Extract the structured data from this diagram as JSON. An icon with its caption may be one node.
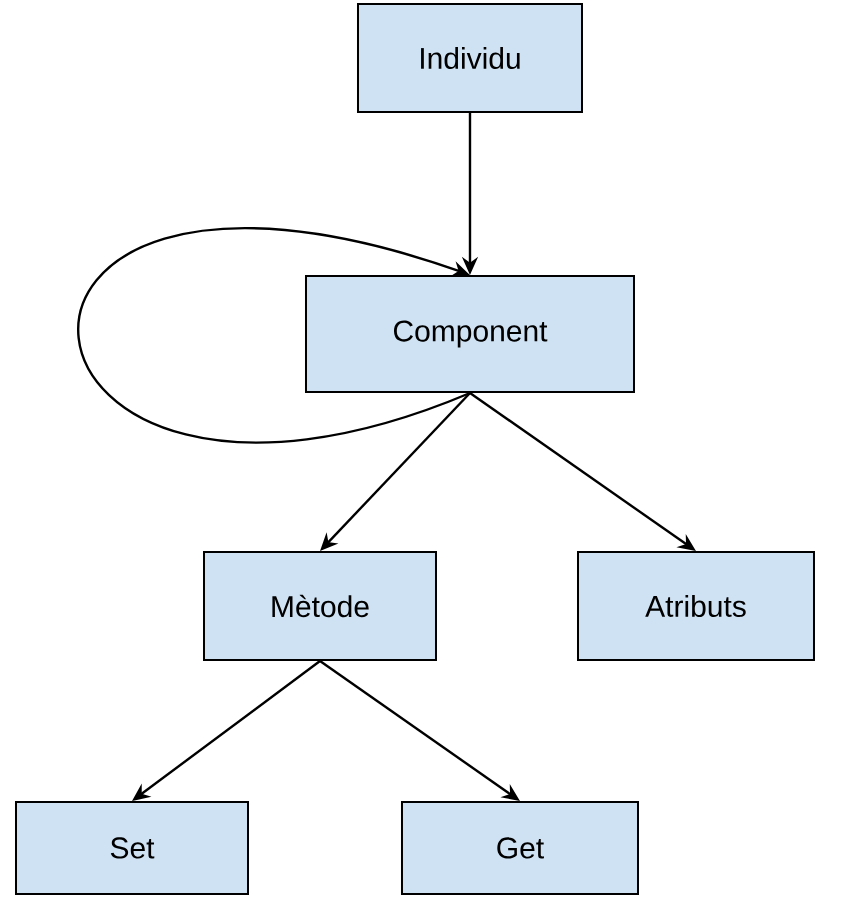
{
  "diagram": {
    "nodes": [
      {
        "text": [
          "Individu"
        ]
      },
      {
        "text": [
          "Component"
        ]
      },
      {
        "text": [
          "Mètode"
        ]
      },
      {
        "text": [
          "Atributs"
        ]
      },
      {
        "text": [
          "Set"
        ]
      },
      {
        "text": [
          "Get"
        ]
      }
    ],
    "edges": [
      {
        "from": 0,
        "to": 1,
        "arrow": "to"
      },
      {
        "from": 1,
        "to": 1,
        "arrow": "to"
      },
      {
        "from": 1,
        "to": 2,
        "arrow": "to"
      },
      {
        "from": 1,
        "to": 3,
        "arrow": "to"
      },
      {
        "from": 2,
        "to": 4,
        "arrow": "to"
      },
      {
        "from": 2,
        "to": 5,
        "arrow": "to"
      }
    ]
  }
}
